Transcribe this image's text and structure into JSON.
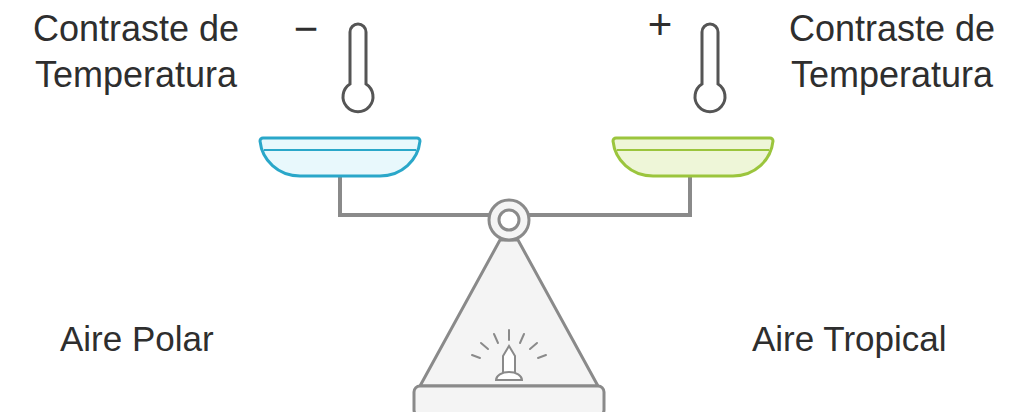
{
  "diagram": {
    "labels": [
      "Contraste de Temperatura",
      "−",
      "Contraste de Temperatura",
      "+",
      "Aire Polar",
      "Aire Tropical"
    ]
  }
}
